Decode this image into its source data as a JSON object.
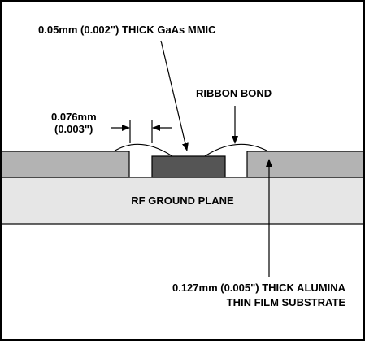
{
  "labels": {
    "mmic": "0.05mm (0.002\") THICK GaAs MMIC",
    "ribbon_bond": "RIBBON BOND",
    "gap_mm": "0.076mm",
    "gap_in": "(0.003\")",
    "ground_plane": "RF GROUND PLANE",
    "substrate_line1": "0.127mm (0.005\") THICK ALUMINA",
    "substrate_line2": "THIN FILM SUBSTRATE"
  },
  "colors": {
    "frame": "#000000",
    "substrate": "#b3b3b3",
    "ground_plane": "#e6e6e6",
    "mmic": "#555555",
    "background": "#ffffff"
  }
}
